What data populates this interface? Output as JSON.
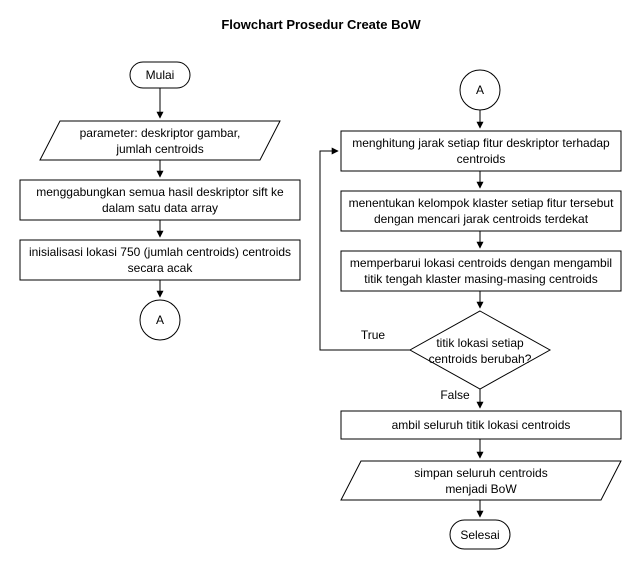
{
  "diagram": {
    "title": "Flowchart Prosedur Create BoW",
    "nodes": {
      "start": "Mulai",
      "param_line1": "parameter: deskriptor gambar,",
      "param_line2": "jumlah centroids",
      "merge_line1": "menggabungkan semua hasil deskriptor sift ke",
      "merge_line2": "dalam satu data array",
      "init_line1": "inisialisasi lokasi 750 (jumlah centroids) centroids",
      "init_line2": "secara acak",
      "connector_out": "A",
      "connector_in": "A",
      "dist_line1": "menghitung jarak setiap fitur deskriptor terhadap",
      "dist_line2": "centroids",
      "cluster_line1": "menentukan kelompok klaster setiap fitur tersebut",
      "cluster_line2": "dengan mencari jarak centroids terdekat",
      "update_line1": "memperbarui lokasi centroids dengan mengambil",
      "update_line2": "titik tengah klaster masing-masing centroids",
      "decision_line1": "titik lokasi setiap",
      "decision_line2": "centroids berubah?",
      "take_all": "ambil seluruh titik lokasi centroids",
      "save_line1": "simpan seluruh centroids",
      "save_line2": "menjadi BoW",
      "end": "Selesai"
    },
    "edges": {
      "true_label": "True",
      "false_label": "False"
    }
  }
}
